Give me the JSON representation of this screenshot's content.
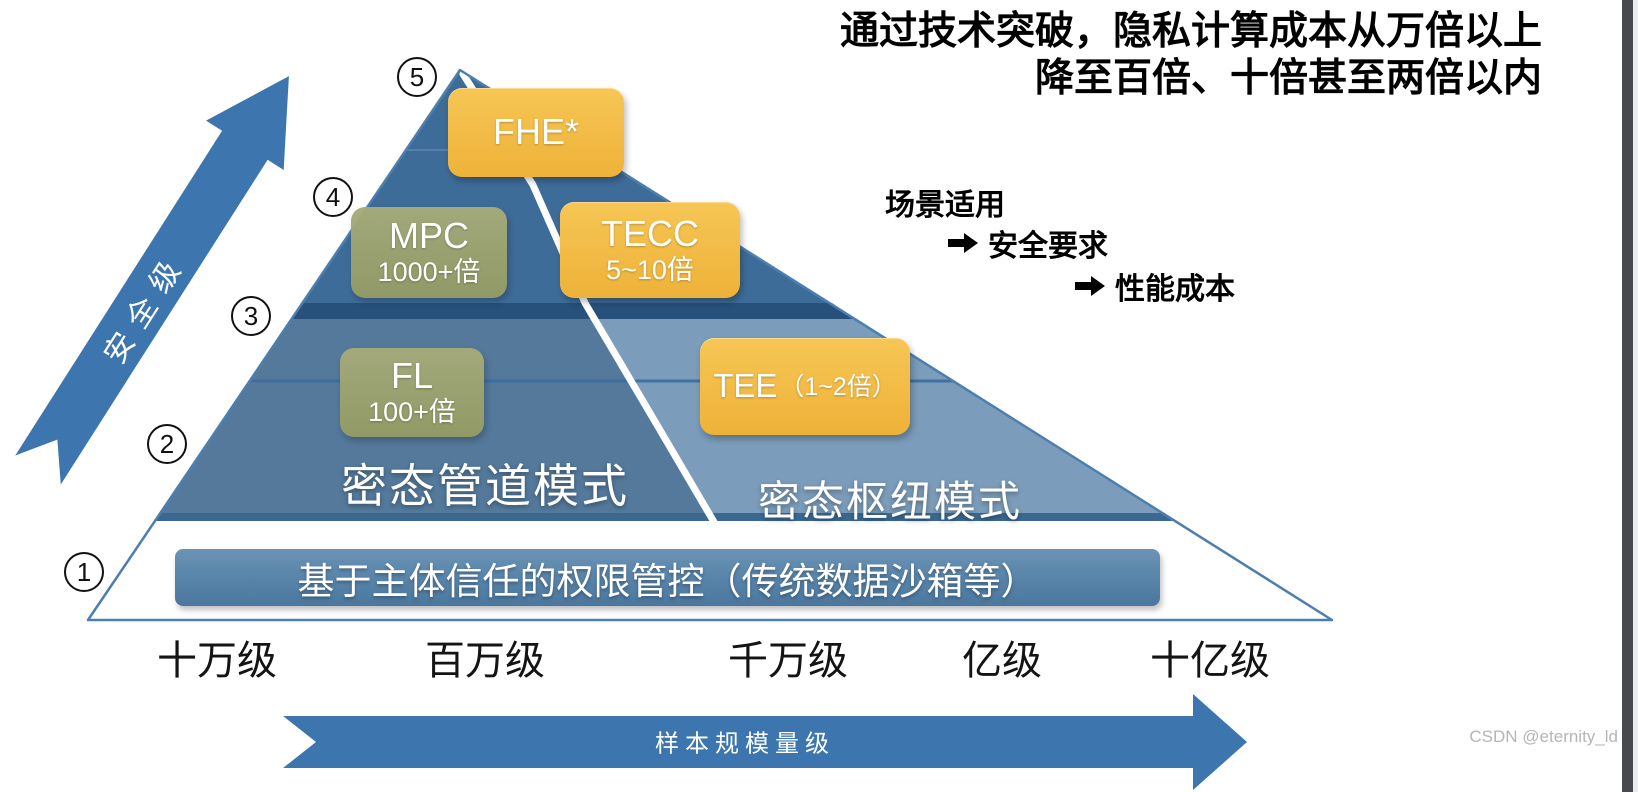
{
  "header": {
    "title_line1": "通过技术突破，隐私计算成本从万倍以上",
    "title_line2": "降至百倍、十倍甚至两倍以内"
  },
  "scenario": {
    "heading": "场景适用",
    "req_security": "安全要求",
    "req_performance": "性能成本"
  },
  "y_axis": {
    "label": "安全级"
  },
  "x_axis": {
    "label": "样本规模量级",
    "ticks": [
      "十万级",
      "百万级",
      "千万级",
      "亿级",
      "十亿级"
    ]
  },
  "level_markers": [
    "1",
    "2",
    "3",
    "4",
    "5"
  ],
  "pyramid": {
    "mode_left": "密态管道模式",
    "mode_right": "密态枢纽模式",
    "base_band": "基于主体信任的权限管控（传统数据沙箱等）",
    "techs": {
      "fhe": {
        "name": "FHE*",
        "cost": ""
      },
      "mpc": {
        "name": "MPC",
        "cost": "1000+倍"
      },
      "tecc": {
        "name": "TECC",
        "cost": "5~10倍"
      },
      "fl": {
        "name": "FL",
        "cost": "100+倍"
      },
      "tee": {
        "name": "TEE",
        "cost": "（1~2倍）"
      }
    }
  },
  "watermark": "CSDN @eternity_ld",
  "colors": {
    "accent_blue": "#3d76ae",
    "pyramid_top": "#3e6c98",
    "pyramid_left": "#54799b",
    "pyramid_right": "#7b9cba",
    "divider_dark": "#27507a",
    "band_blue": "#5b86ab",
    "box_yellow": "#f2b844",
    "box_olive": "#9ea46f"
  }
}
